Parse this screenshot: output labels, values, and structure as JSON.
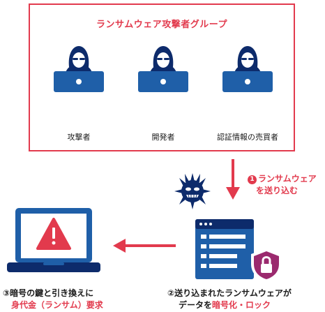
{
  "group": {
    "title": "ランサムウェア攻撃者グループ",
    "members": [
      {
        "label": "攻撃者",
        "icon": "hooded-hacker-laptop-icon"
      },
      {
        "label": "開発者",
        "icon": "hooded-hacker-laptop-icon"
      },
      {
        "label": "認証情報の売買者",
        "icon": "hooded-hacker-laptop-icon"
      }
    ]
  },
  "step1": {
    "number": "1",
    "line1": "ランサムウェア",
    "line2": "を送り込む"
  },
  "step2": {
    "line1": "②送り込まれたランサムウェアが",
    "line2_prefix": "データを",
    "line2_emphasis": "暗号化・ロック"
  },
  "step3": {
    "line1": "③暗号の鍵と引き換えに",
    "line2": "身代金（ランサム）要求"
  },
  "colors": {
    "accent": "#e23a4d",
    "navy": "#0d2b6b",
    "blue": "#1f5fa8",
    "purple": "#9b2a6e"
  }
}
